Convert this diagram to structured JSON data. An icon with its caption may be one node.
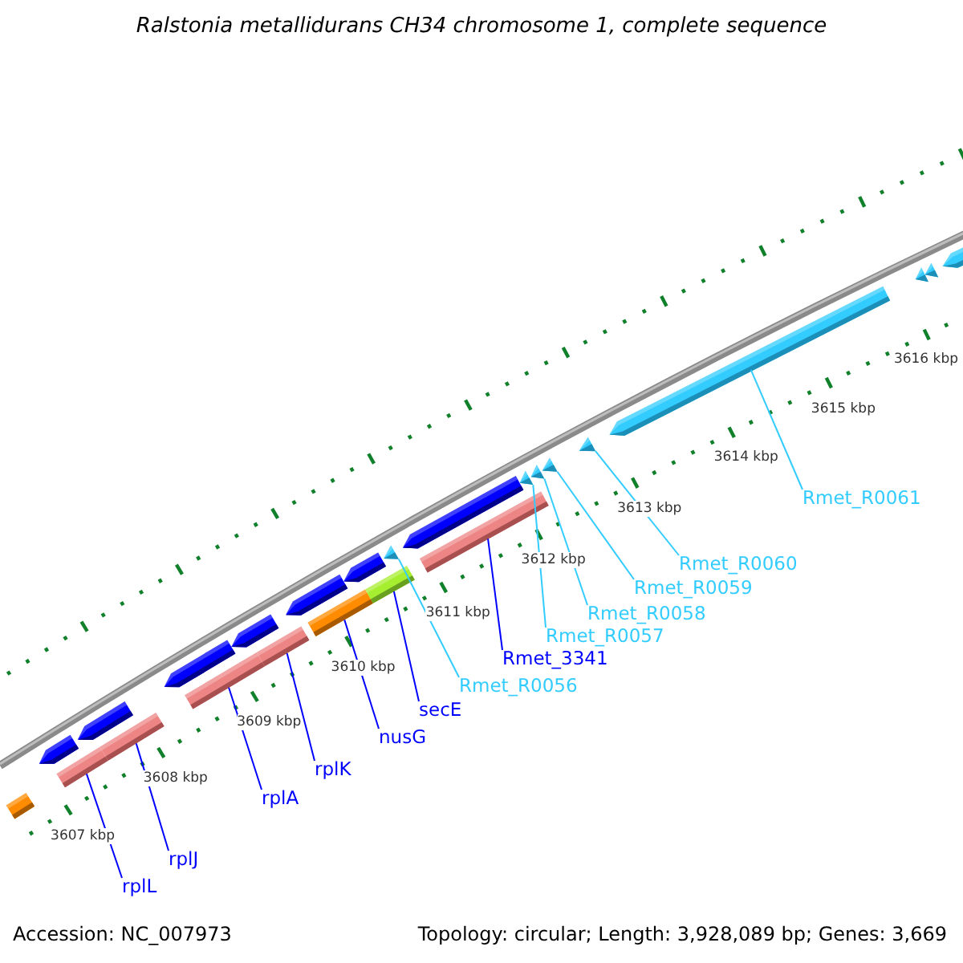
{
  "diagram": {
    "title": "Ralstonia metallidurans CH34 chromosome 1, complete sequence",
    "nodes": [
      {
        "text": [
          "rplL"
        ]
      },
      {
        "text": [
          "rplJ"
        ]
      },
      {
        "text": [
          "rplA"
        ]
      },
      {
        "text": [
          "rplK"
        ]
      },
      {
        "text": [
          "nusG"
        ]
      },
      {
        "text": [
          "secE"
        ]
      },
      {
        "text": [
          "Rmet_R0056"
        ]
      },
      {
        "text": [
          "Rmet_3341"
        ]
      },
      {
        "text": [
          "Rmet_R0057"
        ]
      },
      {
        "text": [
          "Rmet_R0058"
        ]
      },
      {
        "text": [
          "Rmet_R0059"
        ]
      },
      {
        "text": [
          "Rmet_R0060"
        ]
      },
      {
        "text": [
          "Rmet_R0061"
        ]
      },
      {
        "text": [],
        "shape": "bar"
      },
      {
        "text": [],
        "shape": "pentagon"
      },
      {
        "text": [],
        "shape": "bar"
      },
      {
        "text": [],
        "shape": "pentagon"
      },
      {
        "text": [],
        "shape": "bar"
      },
      {
        "text": [],
        "shape": "pentagon"
      },
      {
        "text": [],
        "shape": "bar"
      },
      {
        "text": [],
        "shape": "pentagon"
      },
      {
        "text": [],
        "shape": "bar"
      },
      {
        "text": [],
        "shape": "pentagon"
      },
      {
        "text": [],
        "shape": "bar"
      },
      {
        "text": [],
        "shape": "pentagon"
      },
      {
        "text": [],
        "shape": "bar"
      },
      {
        "text": [],
        "shape": "triangle"
      },
      {
        "text": [],
        "shape": "pentagon"
      },
      {
        "text": [],
        "shape": "bar"
      },
      {
        "text": [],
        "shape": "triangle"
      },
      {
        "text": [],
        "shape": "triangle"
      },
      {
        "text": [],
        "shape": "triangle"
      },
      {
        "text": [],
        "shape": "triangle"
      },
      {
        "text": [],
        "shape": "pentagon"
      },
      {
        "text": [],
        "shape": "triangle"
      },
      {
        "text": [],
        "shape": "triangle"
      },
      {
        "text": [],
        "shape": "pentagon"
      }
    ],
    "edges": [
      {
        "from": 0,
        "to": 15,
        "arrow": "none"
      },
      {
        "from": 1,
        "to": 17,
        "arrow": "none"
      },
      {
        "from": 2,
        "to": 19,
        "arrow": "none"
      },
      {
        "from": 3,
        "to": 21,
        "arrow": "none"
      },
      {
        "from": 4,
        "to": 23,
        "arrow": "none"
      },
      {
        "from": 5,
        "to": 25,
        "arrow": "none"
      },
      {
        "from": 6,
        "to": 26,
        "arrow": "none",
        "color": "#33ccff"
      },
      {
        "from": 7,
        "to": 28,
        "arrow": "none"
      },
      {
        "from": 8,
        "to": 29,
        "arrow": "none",
        "color": "#33ccff"
      },
      {
        "from": 9,
        "to": 30,
        "arrow": "none",
        "color": "#33ccff"
      },
      {
        "from": 10,
        "to": 31,
        "arrow": "none",
        "color": "#33ccff"
      },
      {
        "from": 11,
        "to": 32,
        "arrow": "none",
        "color": "#33ccff"
      },
      {
        "from": 12,
        "to": 33,
        "arrow": "none",
        "color": "#33ccff"
      }
    ],
    "labels": [
      "3607 kbp",
      "3608 kbp",
      "3609 kbp",
      "3610 kbp",
      "3611 kbp",
      "3612 kbp",
      "3613 kbp",
      "3614 kbp",
      "3615 kbp",
      "3616 kbp",
      "Accession: NC_007973",
      "Topology: circular; Length: 3,928,089 bp; Genes: 3,669"
    ]
  }
}
